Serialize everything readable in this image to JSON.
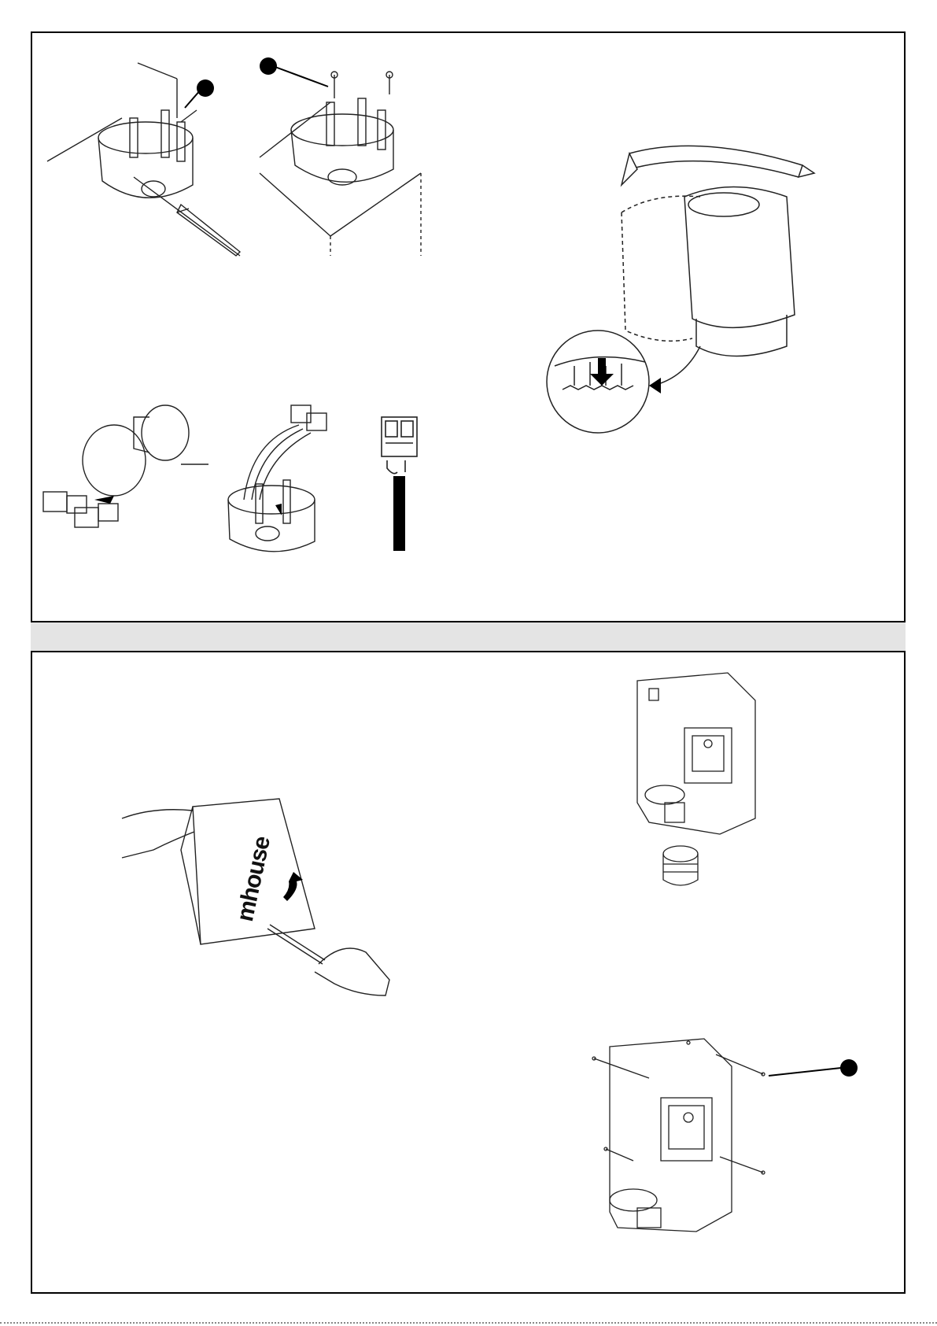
{
  "document": {
    "section_band_label": "",
    "brand_logo_text": "mhouse",
    "callouts": [
      {
        "id": "callout-1",
        "label": ""
      },
      {
        "id": "callout-2",
        "label": ""
      },
      {
        "id": "callout-3",
        "label": ""
      }
    ],
    "figures": [
      {
        "id": "fig-box-screwdriver",
        "icon": "junction-box-wall-mount"
      },
      {
        "id": "fig-box-screws",
        "icon": "junction-box-screws"
      },
      {
        "id": "fig-rotate-cover",
        "icon": "cover-rotation-arrow"
      },
      {
        "id": "fig-lamp-connectors",
        "icon": "lamp-holder-connectors"
      },
      {
        "id": "fig-box-cable",
        "icon": "box-cable-entry"
      },
      {
        "id": "fig-cable-strip",
        "icon": "cable-terminal-strip"
      },
      {
        "id": "fig-cover-removal",
        "icon": "cover-removal-hands"
      },
      {
        "id": "fig-base-gland",
        "icon": "base-cable-gland"
      },
      {
        "id": "fig-base-screws",
        "icon": "base-fixing-screws"
      }
    ]
  }
}
